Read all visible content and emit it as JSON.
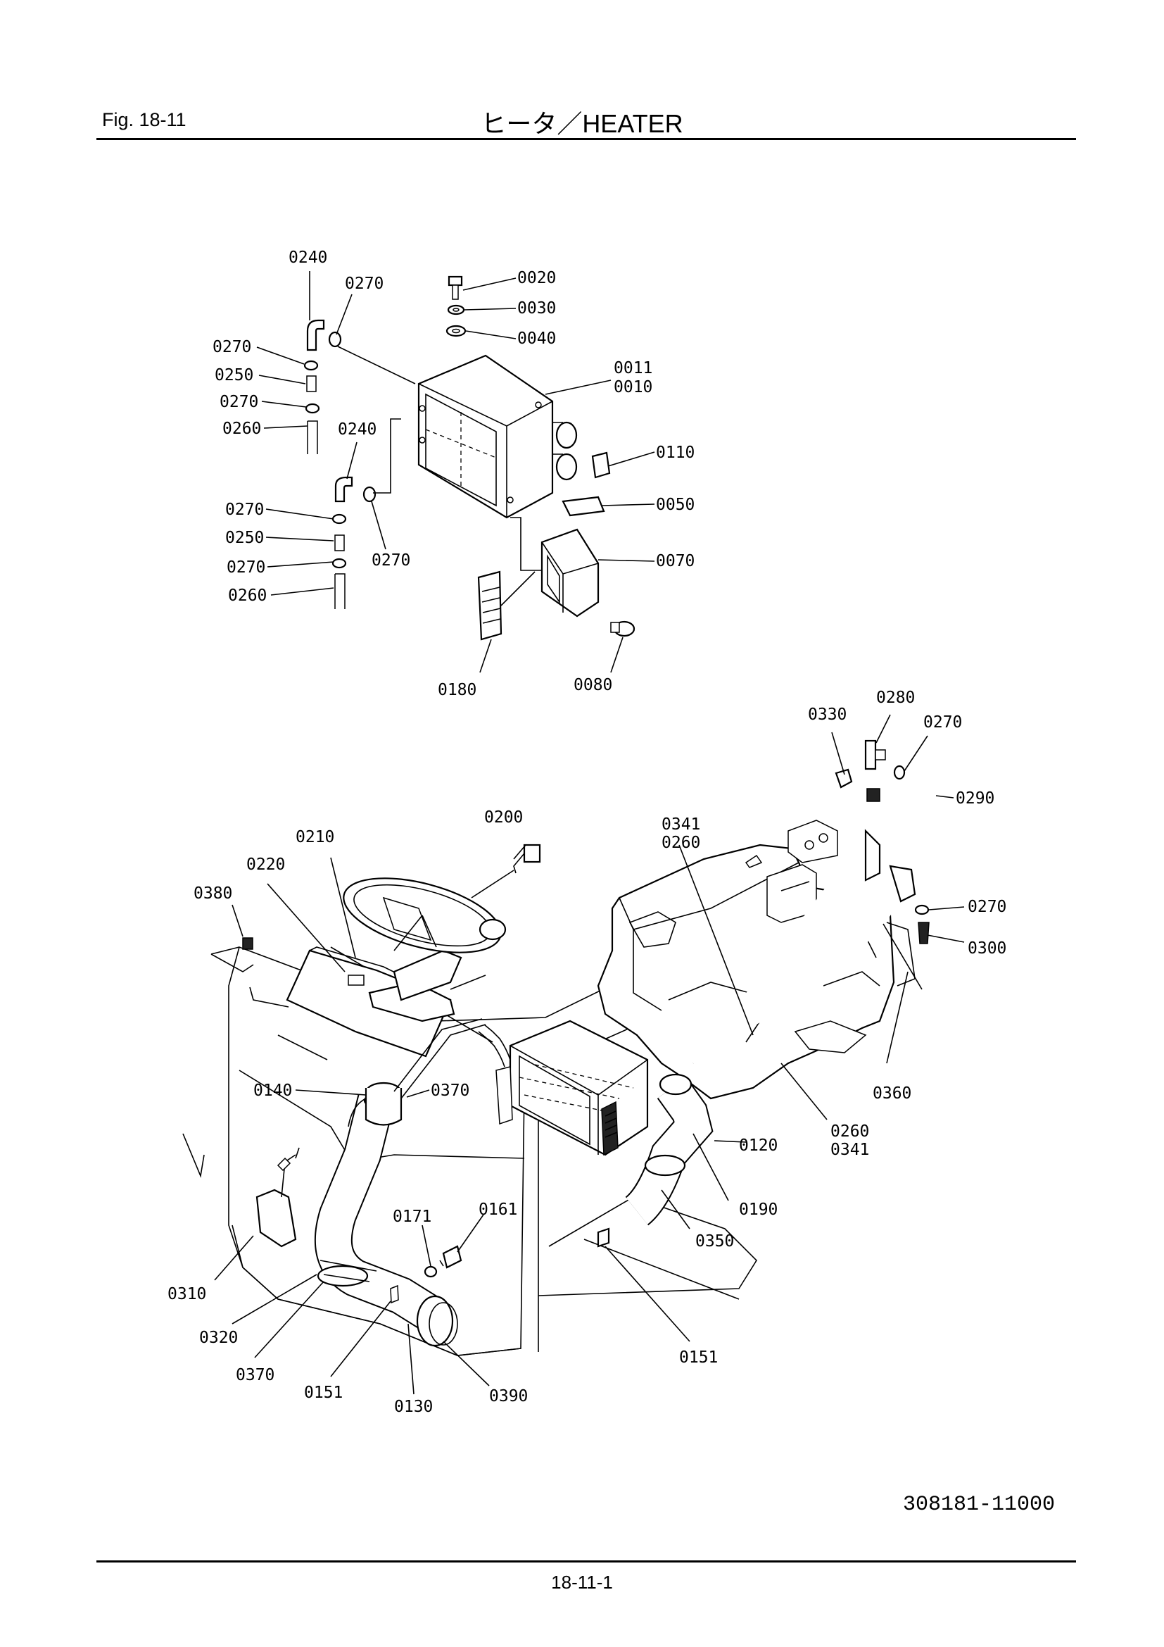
{
  "header": {
    "fig_label": "Fig.  18-11",
    "title": "ヒータ／HEATER"
  },
  "footer": {
    "drawing_number": "308181-11000",
    "page_number": "18-11-1"
  },
  "callouts": {
    "upper": {
      "c0020": "0020",
      "c0030": "0030",
      "c0040": "0040",
      "c0011": "0011",
      "c0010": "0010",
      "c0110": "0110",
      "c0050": "0050",
      "c0070": "0070",
      "c0180": "0180",
      "c0080": "0080",
      "c0240a": "0240",
      "c0270a": "0270",
      "c0270b": "0270",
      "c0250a": "0250",
      "c0270c": "0270",
      "c0260a": "0260",
      "c0240b": "0240",
      "c0270d": "0270",
      "c0250b": "0250",
      "c0270e": "0270",
      "c0260b": "0260",
      "c0270f": "0270"
    },
    "lower": {
      "c0330": "0330",
      "c0280": "0280",
      "c0270g": "0270",
      "c0290": "0290",
      "c0341a": "0341",
      "c0260c": "0260",
      "c0200": "0200",
      "c0210": "0210",
      "c0220": "0220",
      "c0380": "0380",
      "c0270h": "0270",
      "c0300": "0300",
      "c0140": "0140",
      "c0370a": "0370",
      "c0360": "0360",
      "c0120": "0120",
      "c0260d": "0260",
      "c0341b": "0341",
      "c0190": "0190",
      "c0171": "0171",
      "c0161": "0161",
      "c0350": "0350",
      "c0310": "0310",
      "c0320": "0320",
      "c0370b": "0370",
      "c0151a": "0151",
      "c0130": "0130",
      "c0390": "0390",
      "c0151b": "0151"
    }
  }
}
